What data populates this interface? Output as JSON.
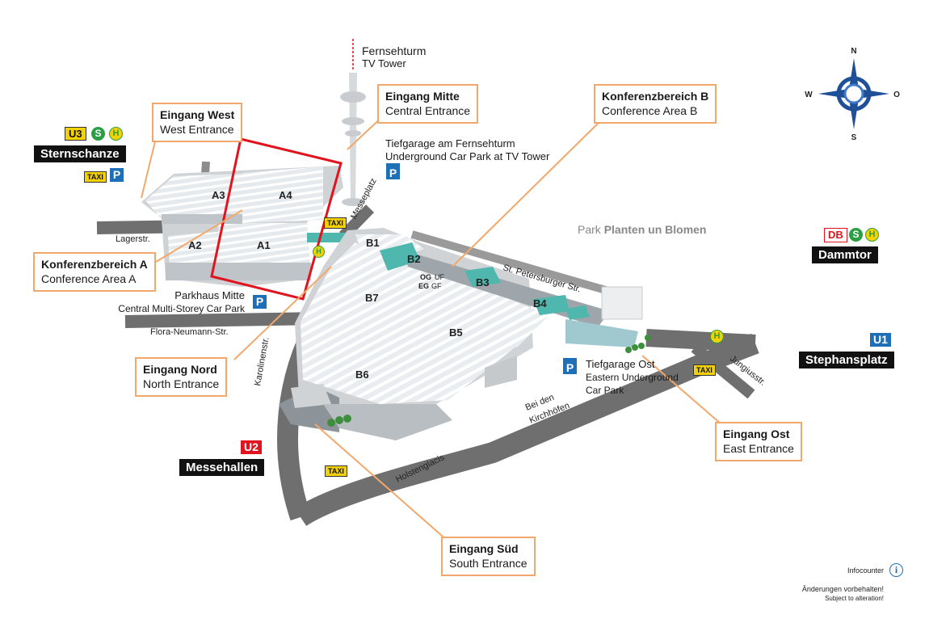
{
  "tower": {
    "name_de": "Fernsehturm",
    "name_en": "TV Tower"
  },
  "compass": {
    "n": "N",
    "s": "S",
    "w": "W",
    "o": "O"
  },
  "callouts": {
    "entrance_west": {
      "de": "Eingang West",
      "en": "West Entrance"
    },
    "entrance_central": {
      "de": "Eingang Mitte",
      "en": "Central Entrance"
    },
    "conference_b": {
      "de": "Konferenzbereich B",
      "en": "Conference Area B"
    },
    "conference_a": {
      "de": "Konferenzbereich A",
      "en": "Conference Area A"
    },
    "entrance_north": {
      "de": "Eingang Nord",
      "en": "North Entrance"
    },
    "entrance_east": {
      "de": "Eingang Ost",
      "en": "East Entrance"
    },
    "entrance_south": {
      "de": "Eingang Süd",
      "en": "South Entrance"
    }
  },
  "parking": {
    "tv_tower": {
      "de": "Tiefgarage am Fernsehturm",
      "en": "Underground Car Park at TV Tower"
    },
    "central": {
      "de": "Parkhaus Mitte",
      "en": "Central Multi-Storey Car Park"
    },
    "east": {
      "de": "Tiefgarage Ost",
      "en": "Eastern Underground",
      "en2": "Car Park"
    },
    "p_symbol": "P"
  },
  "stations": {
    "sternschanze": {
      "name": "Sternschanze",
      "line": "U3"
    },
    "dammtor": {
      "name": "Dammtor",
      "line": "DB"
    },
    "stephansplatz": {
      "name": "Stephansplatz",
      "line": "U1"
    },
    "messehallen": {
      "name": "Messehallen",
      "line": "U2"
    }
  },
  "symbols": {
    "s_bahn": "S",
    "bus": "H",
    "taxi": "TAXI"
  },
  "park": {
    "prefix": "Park",
    "name": "Planten un Blomen"
  },
  "streets": {
    "lager": "Lagerstr.",
    "flora": "Flora-Neumann-Str.",
    "messeplatz": "Messeplatz",
    "st_petersburger": "St. Petersburger Str.",
    "karolinen": "Karolinenstr.",
    "jungius": "Jungiusstr.",
    "bei_den_1": "Bei den",
    "bei_den_2": "Kirchhöfen",
    "holstenglacis": "Holstenglacis"
  },
  "halls": {
    "a1": "A1",
    "a2": "A2",
    "a3": "A3",
    "a4": "A4",
    "b1": "B1",
    "b2": "B2",
    "b3": "B3",
    "b4": "B4",
    "b5": "B5",
    "b6": "B6",
    "b7": "B7",
    "og": "OG",
    "uf": "UF",
    "eg": "EG",
    "gf": "GF"
  },
  "footer": {
    "infocounter": "Infocounter",
    "info_symbol": "i",
    "notice_de": "Änderungen vorbehalten!",
    "notice_en": "Subject to alteration!"
  },
  "colors": {
    "callout_border": "#f3a86b",
    "highlight": "#e0141e",
    "parking_blue": "#1d6fb8",
    "road": "#6f6f6f",
    "compass_blue": "#1f4f96"
  }
}
